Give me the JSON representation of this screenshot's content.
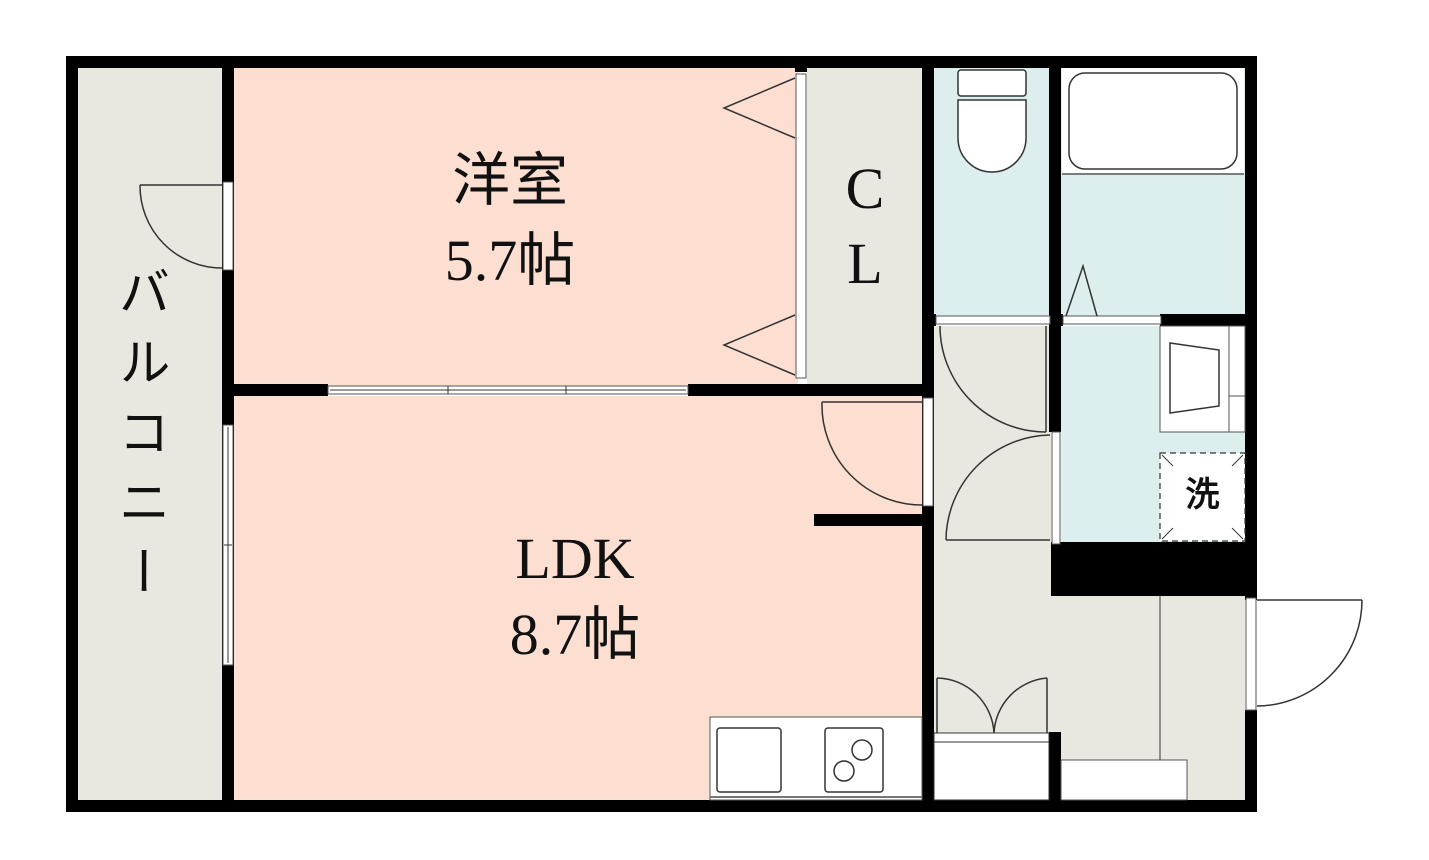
{
  "floor_plan": {
    "type": "apartment-floor-plan",
    "layout": "1LDK",
    "colors": {
      "wall": "#000000",
      "balcony": "#e9e8e0",
      "western_room": "#fddfd2",
      "ldk": "#fddfd2",
      "closet": "#e9e8e0",
      "corridor": "#e9e8e0",
      "wet_area": "#ddeeee",
      "fixture": "#ffffff"
    },
    "rooms": {
      "balcony": {
        "label": "バルコニー"
      },
      "western_room": {
        "name": "洋室",
        "size": "5.7帖"
      },
      "closet": {
        "label_line1": "C",
        "label_line2": "L"
      },
      "ldk": {
        "name": "LDK",
        "size": "8.7帖"
      },
      "toilet": {
        "label": ""
      },
      "bathroom": {
        "label": ""
      },
      "washroom": {
        "washer_label": "洗"
      },
      "entrance": {
        "label": ""
      }
    }
  }
}
